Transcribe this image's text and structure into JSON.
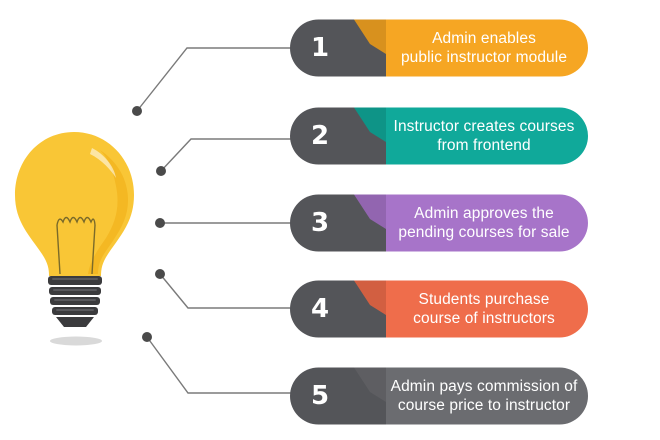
{
  "steps": [
    {
      "number": "1",
      "text_line1": "Admin enables",
      "text_line2": "public instructor module",
      "color": "#f6a623"
    },
    {
      "number": "2",
      "text_line1": "Instructor creates courses",
      "text_line2": "from frontend",
      "color": "#10a99a"
    },
    {
      "number": "3",
      "text_line1": "Admin approves the",
      "text_line2": "pending courses for sale",
      "color": "#a774c9"
    },
    {
      "number": "4",
      "text_line1": "Students purchase",
      "text_line2": "course of instructors",
      "color": "#ef6d4b"
    },
    {
      "number": "5",
      "text_line1": "Admin pays commission of",
      "text_line2": "course price to instructor",
      "color": "#6b6c70"
    }
  ],
  "colors": {
    "pill_dark": "#545559",
    "connector": "#7a7a7a",
    "dot": "#4a4a4a",
    "bulb_glass": "#f9c636",
    "bulb_base": "#3b3b3d"
  },
  "icons": {
    "bulb": "light-bulb-icon"
  }
}
